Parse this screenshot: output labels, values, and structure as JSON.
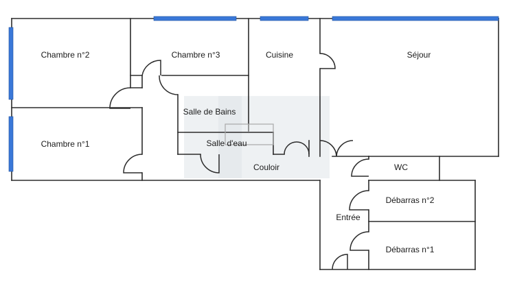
{
  "plan": {
    "rooms": [
      {
        "id": "chambre2",
        "label": "Chambre n°2"
      },
      {
        "id": "chambre3",
        "label": "Chambre n°3"
      },
      {
        "id": "cuisine",
        "label": "Cuisine"
      },
      {
        "id": "sejour",
        "label": "Séjour"
      },
      {
        "id": "sdb",
        "label": "Salle de Bains"
      },
      {
        "id": "chambre1",
        "label": "Chambre n°1"
      },
      {
        "id": "sde",
        "label": "Salle d'eau"
      },
      {
        "id": "couloir",
        "label": "Couloir"
      },
      {
        "id": "wc",
        "label": "WC"
      },
      {
        "id": "debarras2",
        "label": "Débarras n°2"
      },
      {
        "id": "entree",
        "label": "Entrée"
      },
      {
        "id": "debarras1",
        "label": "Débarras n°1"
      }
    ],
    "colors": {
      "wall": "#2b2b2b",
      "window": "#3a78d8",
      "watermark": "#eef1f3"
    }
  }
}
